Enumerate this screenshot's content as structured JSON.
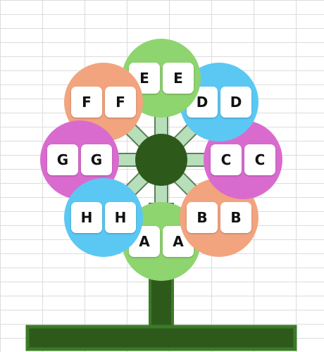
{
  "colors": {
    "background": "#ffffff",
    "gridline": "#dcdcdc",
    "base_fill": "#2d5a1a",
    "base_border": "#3c7a28",
    "wheel_rim": "#000000",
    "spoke_fill": "#b7dfb9",
    "spoke_stroke": "#5f7f5f",
    "hub": "#2d5a1a",
    "joint": "#c6e6c4"
  },
  "gondolas": [
    {
      "id": "A",
      "letters": [
        "A",
        "A"
      ],
      "color": "#8ed46f"
    },
    {
      "id": "B",
      "letters": [
        "B",
        "B"
      ],
      "color": "#f2a47f"
    },
    {
      "id": "C",
      "letters": [
        "C",
        "C"
      ],
      "color": "#d96bcf"
    },
    {
      "id": "D",
      "letters": [
        "D",
        "D"
      ],
      "color": "#5bc8f3"
    },
    {
      "id": "E",
      "letters": [
        "E",
        "E"
      ],
      "color": "#8ed46f"
    },
    {
      "id": "F",
      "letters": [
        "F",
        "F"
      ],
      "color": "#f2a47f"
    },
    {
      "id": "G",
      "letters": [
        "G",
        "G"
      ],
      "color": "#d96bcf"
    },
    {
      "id": "H",
      "letters": [
        "H",
        "H"
      ],
      "color": "#5bc8f3"
    }
  ]
}
